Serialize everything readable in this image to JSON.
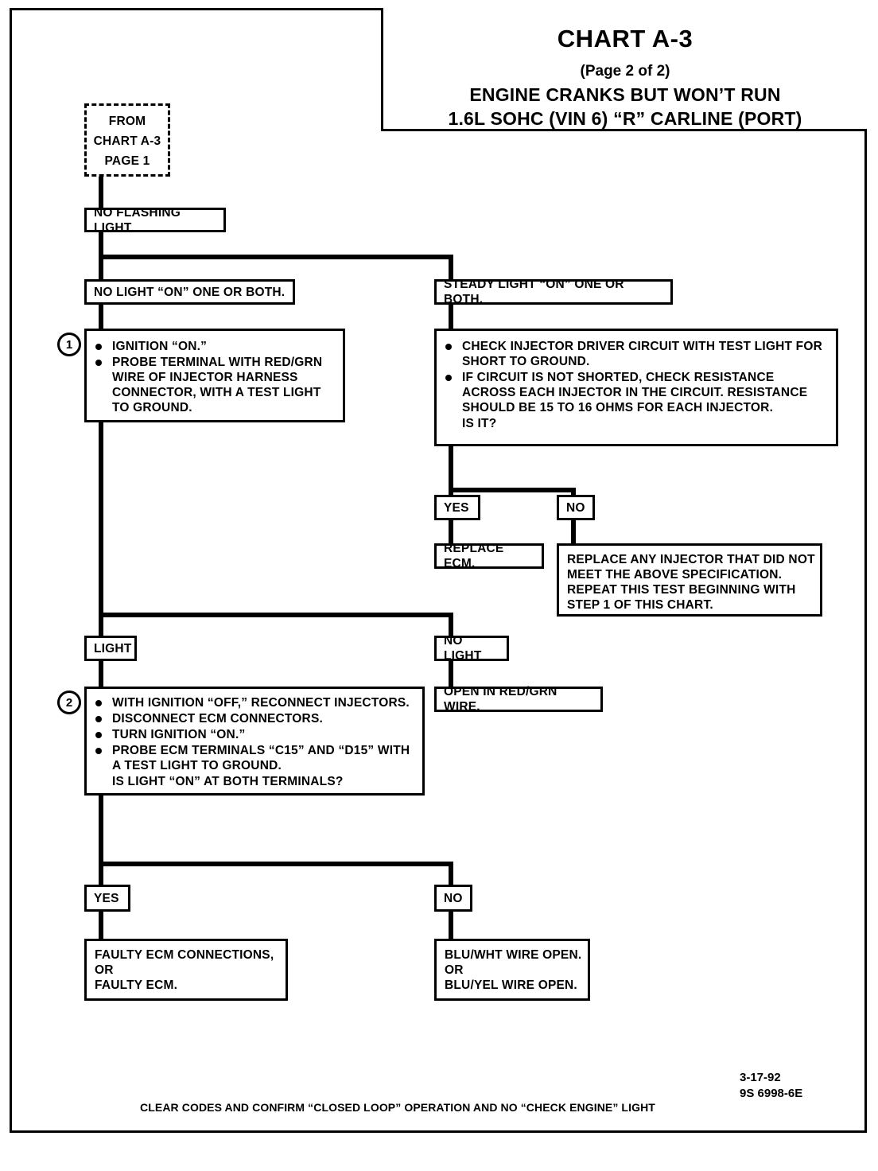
{
  "title": {
    "chart": "CHART A-3",
    "page": "(Page 2 of 2)",
    "line1": "ENGINE CRANKS BUT WON’T RUN",
    "line2": "1.6L  SOHC  (VIN 6)  “R”  CARLINE  (PORT)"
  },
  "nodes": {
    "from_chart": {
      "l1": "FROM",
      "l2": "CHART A-3",
      "l3": "PAGE 1"
    },
    "no_flashing_light": "NO FLASHING LIGHT",
    "no_light_one_or_both": "NO LIGHT “ON” ONE OR BOTH.",
    "steady_light_one_or_both": "STEADY LIGHT “ON” ONE OR BOTH.",
    "step1": {
      "number": "1",
      "bullets": [
        "IGNITION “ON.”",
        "PROBE TERMINAL WITH RED/GRN WIRE OF INJECTOR HARNESS CONNECTOR,  WITH A TEST LIGHT TO GROUND."
      ]
    },
    "check_injector": {
      "bullets": [
        "CHECK INJECTOR DRIVER CIRCUIT WITH TEST LIGHT FOR SHORT TO GROUND.",
        "IF CIRCUIT IS NOT SHORTED, CHECK RESISTANCE ACROSS EACH INJECTOR IN THE CIRCUIT.  RESISTANCE SHOULD BE 15 TO 16 OHMS FOR EACH INJECTOR."
      ],
      "question": "IS IT?"
    },
    "yes_upper": "YES",
    "no_upper": "NO",
    "replace_ecm": "REPLACE ECM.",
    "replace_injector": {
      "l1": "REPLACE ANY INJECTOR THAT DID NOT",
      "l2": "MEET THE ABOVE SPECIFICATION.",
      "l3": "REPEAT THIS TEST BEGINNING WITH",
      "l4": "STEP 1 OF THIS CHART."
    },
    "light": "LIGHT",
    "no_light": "NO LIGHT",
    "step2": {
      "number": "2",
      "bullets": [
        "WITH IGNITION “OFF,”  RECONNECT INJECTORS.",
        "DISCONNECT ECM CONNECTORS.",
        "TURN IGNITION “ON.”",
        "PROBE ECM TERMINALS “C15” AND “D15” WITH A TEST LIGHT TO GROUND."
      ],
      "question": "IS LIGHT “ON” AT BOTH TERMINALS?"
    },
    "open_red_grn": "OPEN IN RED/GRN WIRE.",
    "yes_lower": "YES",
    "no_lower": "NO",
    "faulty_ecm": {
      "l1": "FAULTY ECM CONNECTIONS,",
      "l2": "OR",
      "l3": "FAULTY ECM."
    },
    "blu_wire_open": {
      "l1": "BLU/WHT WIRE OPEN.",
      "l2": "OR",
      "l3": "BLU/YEL WIRE OPEN."
    }
  },
  "footer": {
    "note": "CLEAR CODES AND CONFIRM “CLOSED LOOP” OPERATION AND NO “CHECK ENGINE” LIGHT",
    "date": "3-17-92",
    "code": "9S 6998-6E"
  },
  "colors": {
    "ink": "#000000",
    "paper": "#ffffff"
  }
}
